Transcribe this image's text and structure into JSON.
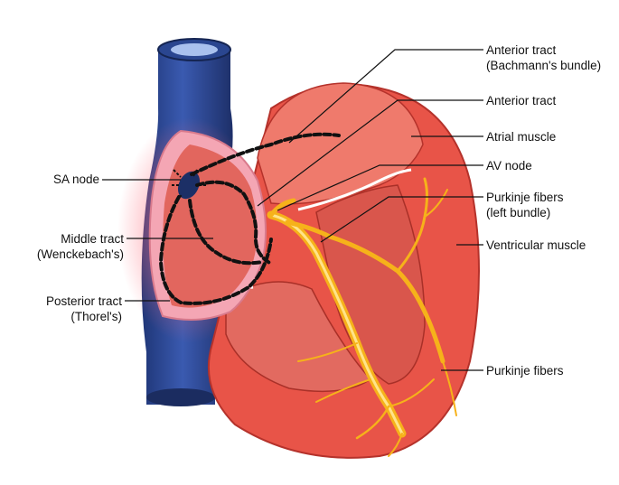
{
  "diagram": {
    "labels_left": {
      "sa_node": "SA node",
      "middle_tract": [
        "Middle tract",
        "(Wenckebach's)"
      ],
      "posterior_tract": [
        "Posterior tract",
        "(Thorel's)"
      ]
    },
    "labels_right": {
      "anterior_tract_bachmann": [
        "Anterior tract",
        "(Bachmann's bundle)"
      ],
      "anterior_tract": "Anterior tract",
      "atrial_muscle": "Atrial muscle",
      "av_node": "AV node",
      "purkinje_left_bundle": [
        "Purkinje fibers",
        "(left bundle)"
      ],
      "ventricular_muscle": "Ventricular muscle",
      "purkinje_fibers": "Purkinje fibers"
    },
    "colors": {
      "vein": "#2f4f9a",
      "vein_dark": "#1c2f66",
      "muscle": "#e8564e",
      "muscle_light": "#f08a7c",
      "chamber": "#e06a62",
      "pink_wall": "#f4a6b4",
      "conduction": "#f6b21a",
      "conduction_light": "#ffe38a",
      "tract": "#111111"
    }
  }
}
